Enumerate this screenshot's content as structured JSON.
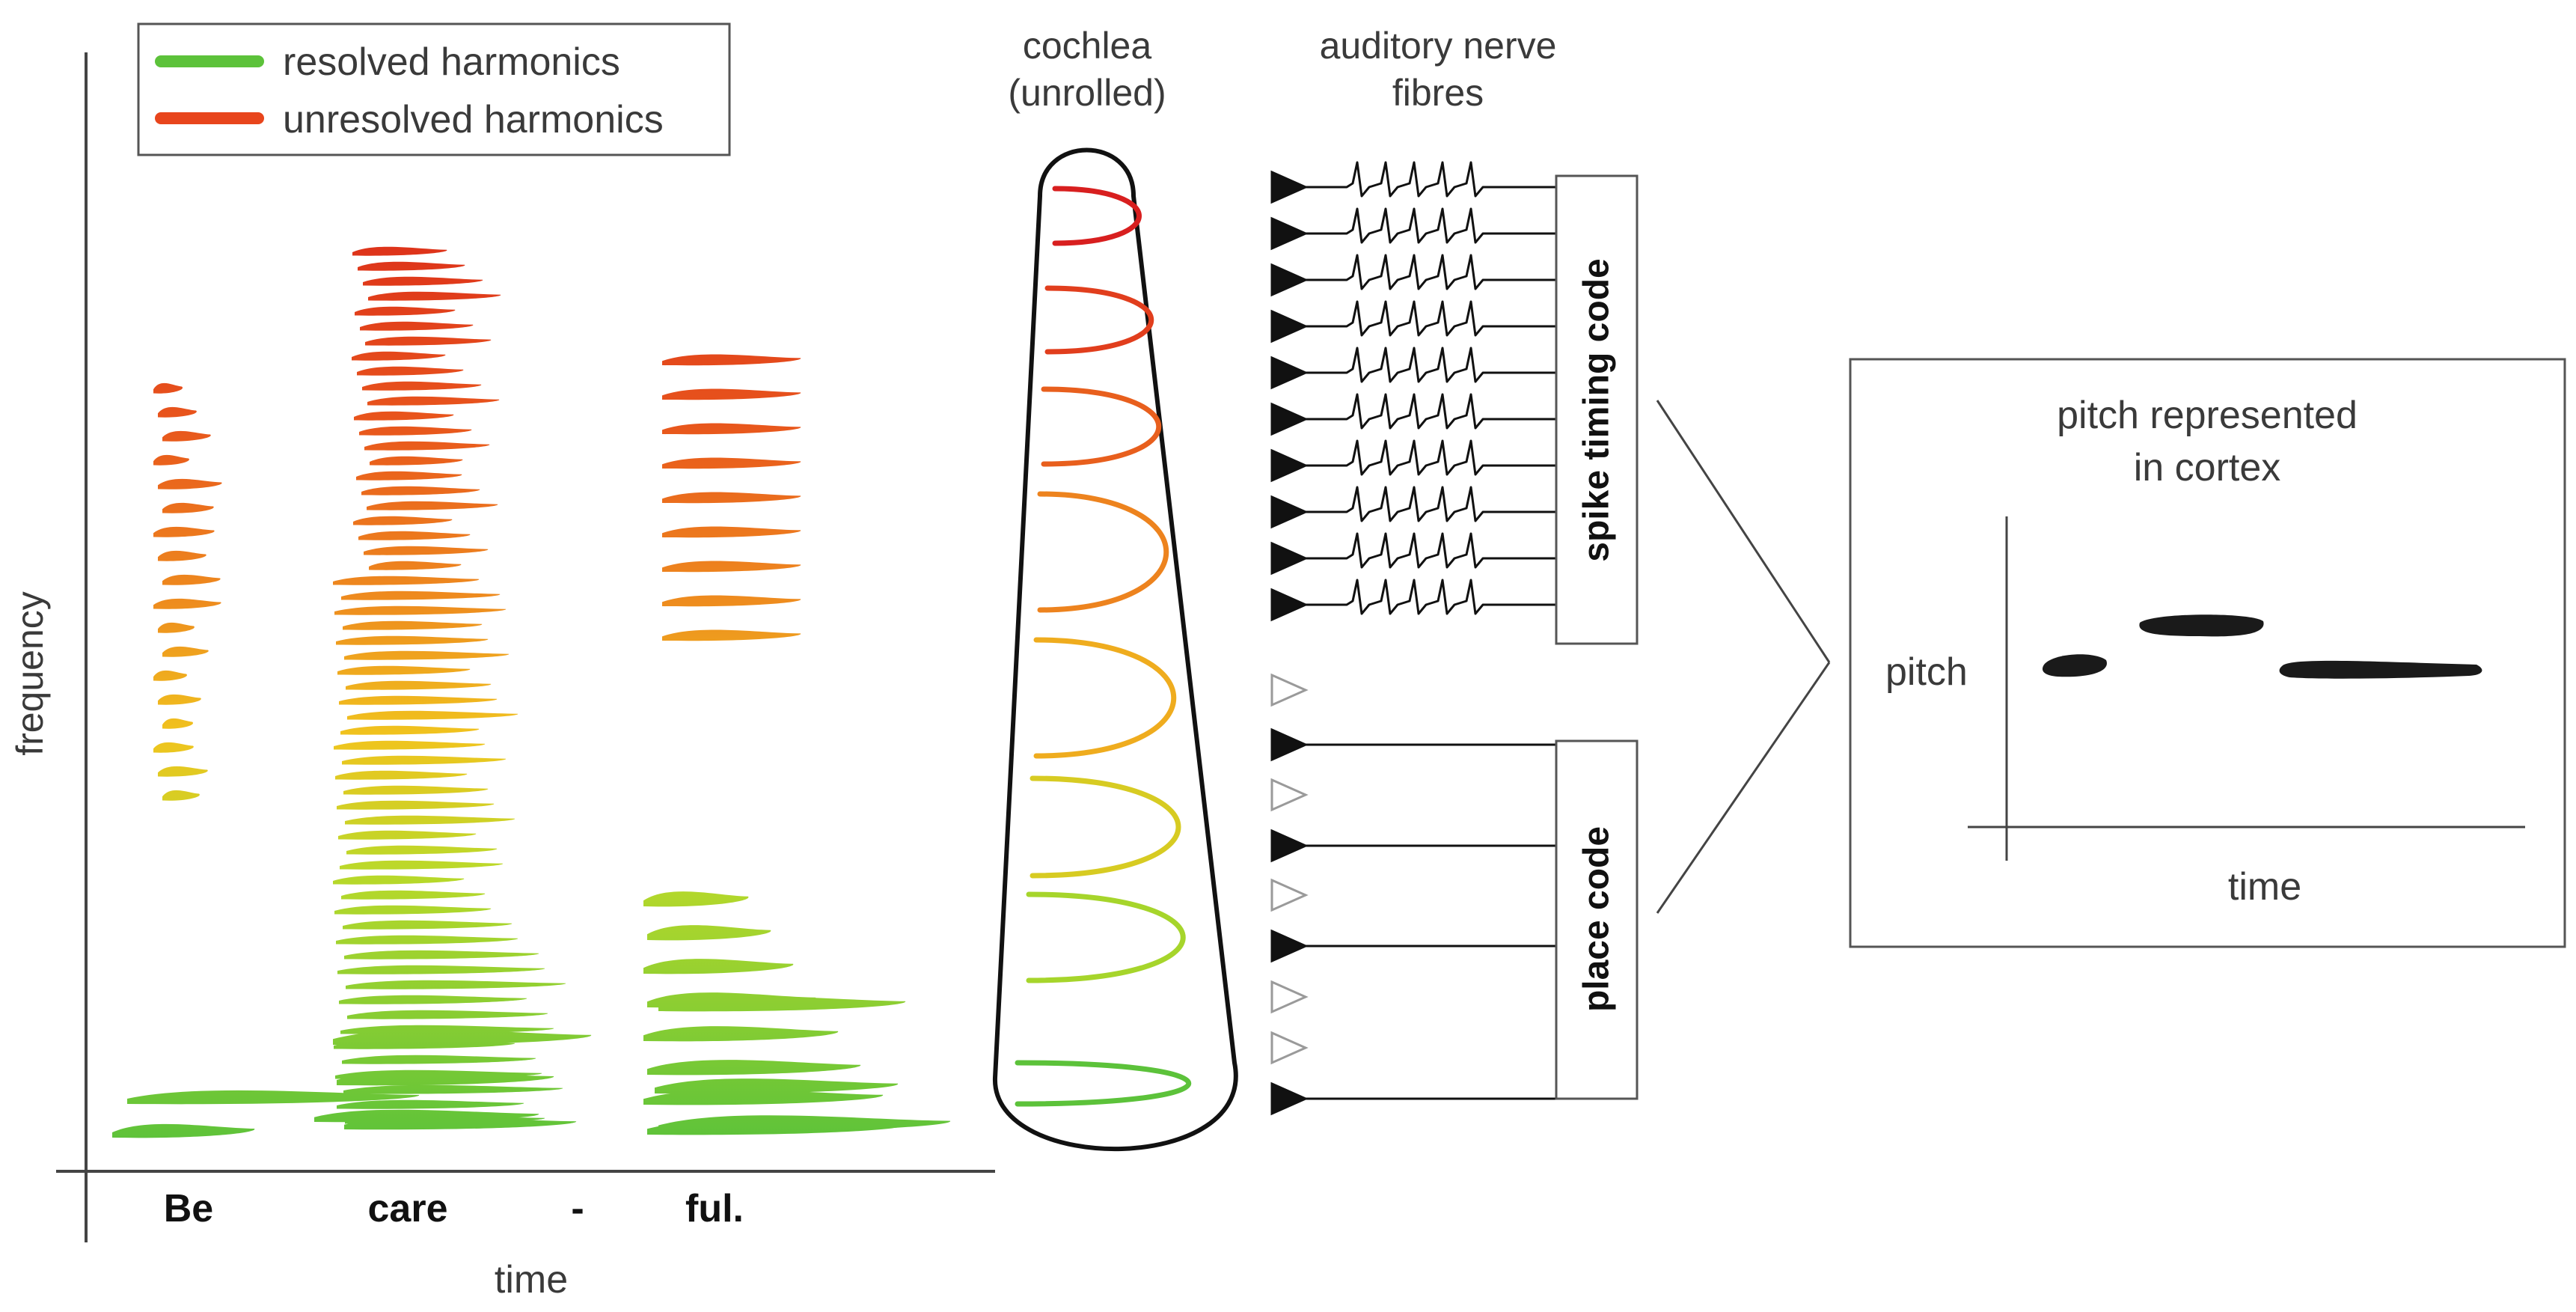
{
  "spectrogram": {
    "legend": {
      "resolved": {
        "label": "resolved harmonics",
        "color": "#5cc23a"
      },
      "unresolved": {
        "label": "unresolved harmonics",
        "color": "#e8451c"
      }
    },
    "y_label": "frequency",
    "x_label": "time",
    "syllables": [
      "Be",
      "care",
      "-",
      "ful."
    ]
  },
  "cochlea": {
    "title_line1": "cochlea",
    "title_line2": "(unrolled)"
  },
  "nerve": {
    "title_line1": "auditory nerve",
    "title_line2": "fibres"
  },
  "codes": {
    "spike_timing": "spike timing code",
    "place": "place code"
  },
  "cortex": {
    "title_line1": "pitch represented",
    "title_line2": "in cortex",
    "y_label": "pitch",
    "x_label": "time"
  },
  "colors": {
    "gradient": [
      "#5cc23a",
      "#c4dd25",
      "#f0b41e",
      "#ec7b1e",
      "#e54a1c",
      "#d81f1f"
    ],
    "ink": "#111111",
    "text": "#3a3a3a"
  }
}
